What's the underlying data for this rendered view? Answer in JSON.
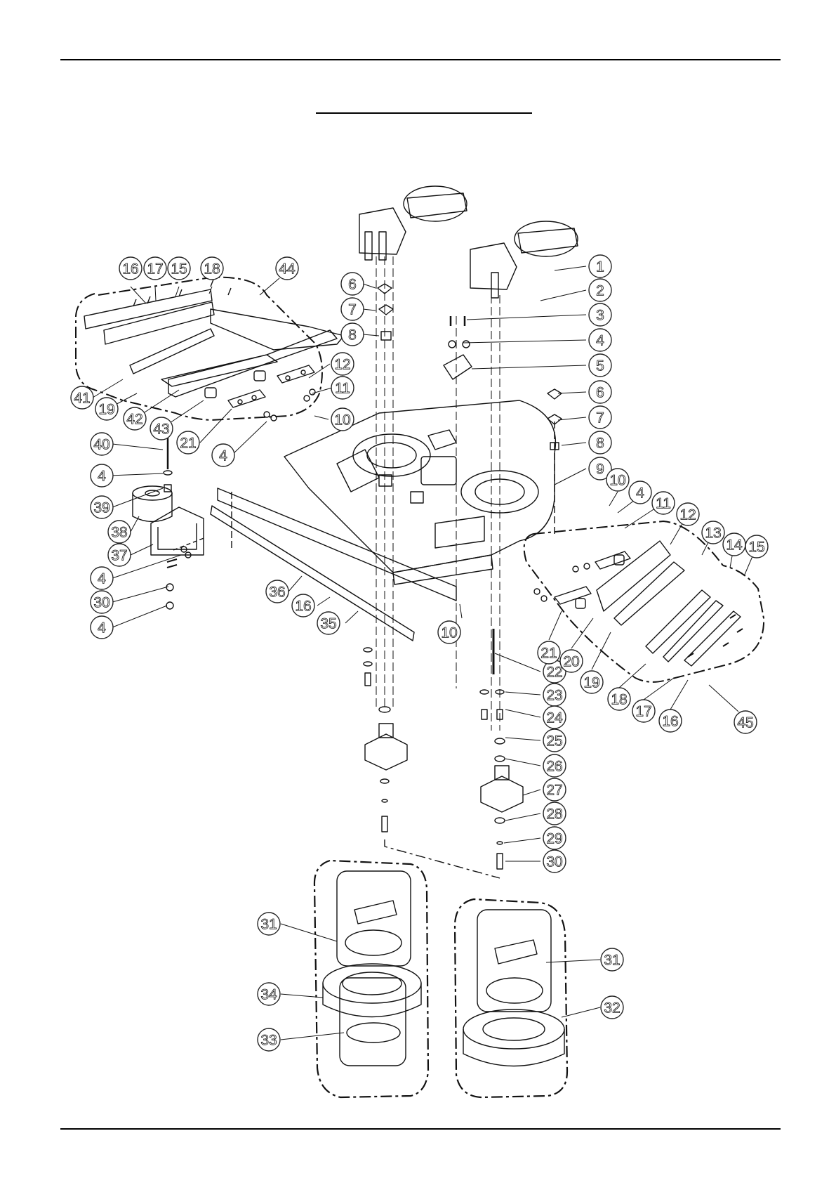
{
  "callouts": {
    "left_group": [
      "16",
      "17",
      "15",
      "18",
      "44",
      "41",
      "19",
      "42",
      "43",
      "21",
      "4",
      "12",
      "11",
      "10"
    ],
    "center": [
      "6",
      "7",
      "8",
      "40",
      "4",
      "39",
      "38",
      "37",
      "4",
      "30",
      "4",
      "10",
      "36",
      "16",
      "35",
      "10"
    ],
    "right_column": [
      "1",
      "2",
      "3",
      "4",
      "5",
      "6",
      "7",
      "8",
      "9",
      "22",
      "23",
      "24",
      "25",
      "26",
      "27",
      "28",
      "29",
      "30"
    ],
    "right_group": [
      "10",
      "4",
      "11",
      "12",
      "13",
      "14",
      "15",
      "21",
      "20",
      "19",
      "18",
      "17",
      "16",
      "45"
    ],
    "lower": [
      "31",
      "34",
      "33",
      "31",
      "32"
    ]
  }
}
